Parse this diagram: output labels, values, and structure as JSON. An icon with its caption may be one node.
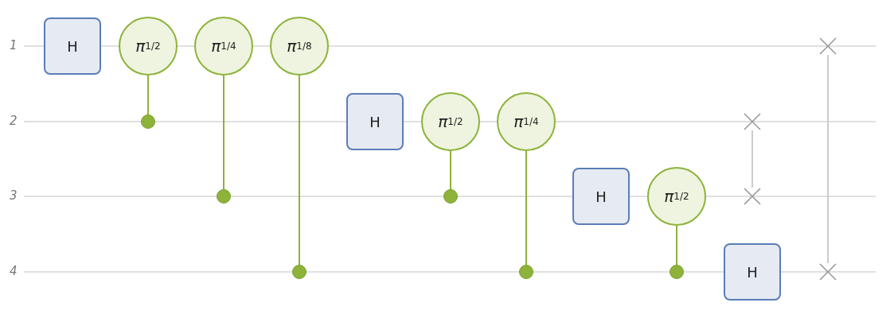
{
  "diagram": {
    "nodes": [
      {
        "text": [
          "H"
        ]
      },
      {
        "text": [
          "π$^{1/2}$"
        ]
      },
      {
        "text": [],
        "shape": "circle"
      },
      {
        "text": [
          "π$^{1/4}$"
        ]
      },
      {
        "text": [],
        "shape": "circle"
      },
      {
        "text": [
          "π$^{1/8}$"
        ]
      },
      {
        "text": [],
        "shape": "circle"
      },
      {
        "text": [
          "H"
        ]
      },
      {
        "text": [
          "π$^{1/2}$"
        ]
      },
      {
        "text": [],
        "shape": "circle"
      },
      {
        "text": [
          "π$^{1/4}$"
        ]
      },
      {
        "text": [],
        "shape": "circle"
      },
      {
        "text": [
          "H"
        ]
      },
      {
        "text": [
          "π$^{1/2}$"
        ]
      },
      {
        "text": [],
        "shape": "circle"
      },
      {
        "text": [
          "H"
        ]
      },
      {
        "text": [],
        "shape": "cross"
      },
      {
        "text": [],
        "shape": "cross"
      },
      {
        "text": [],
        "shape": "cross"
      },
      {
        "text": [],
        "shape": "cross"
      }
    ],
    "edges": [
      {
        "from": 2,
        "to": 1,
        "arrow": "none"
      },
      {
        "from": 4,
        "to": 3,
        "arrow": "none"
      },
      {
        "from": 6,
        "to": 5,
        "arrow": "none"
      },
      {
        "from": 9,
        "to": 8,
        "arrow": "none"
      },
      {
        "from": 11,
        "to": 10,
        "arrow": "none"
      },
      {
        "from": 14,
        "to": 13,
        "arrow": "none"
      },
      {
        "from": 16,
        "to": 17,
        "arrow": "none",
        "color": "#cccccc"
      },
      {
        "from": 18,
        "to": 19,
        "arrow": "none",
        "color": "#cccccc"
      }
    ],
    "labels": [
      "1",
      "2",
      "3",
      "4"
    ]
  }
}
